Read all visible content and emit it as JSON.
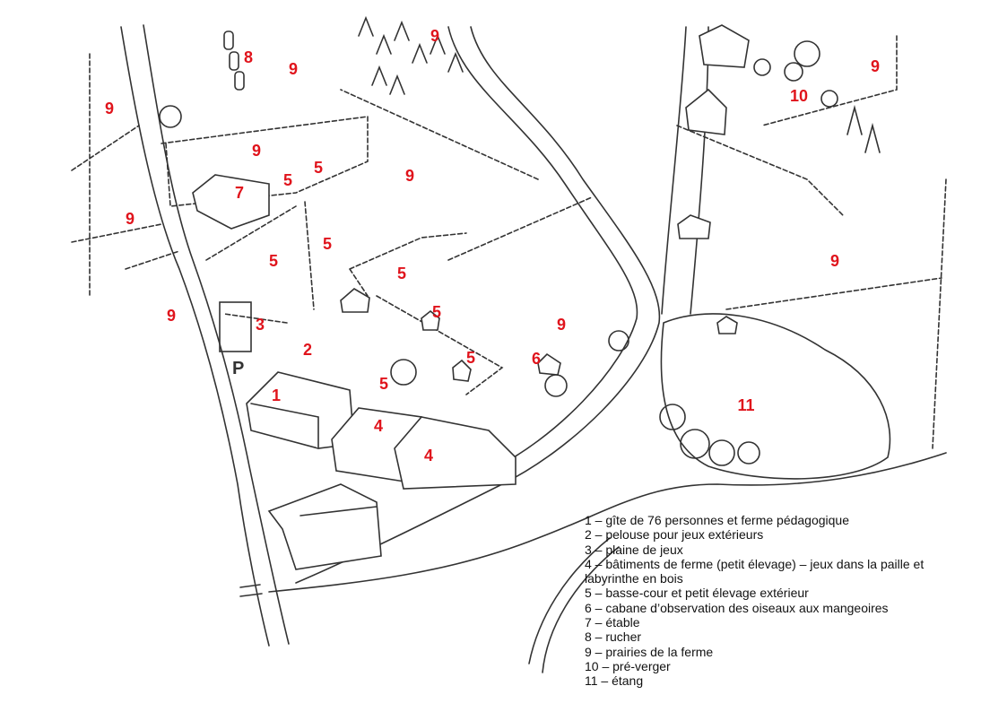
{
  "map": {
    "parking_label": "P",
    "markers": [
      "9",
      "8",
      "9",
      "9",
      "9",
      "5",
      "5",
      "7",
      "9",
      "9",
      "5",
      "5",
      "5",
      "9",
      "3",
      "5",
      "9",
      "2",
      "5",
      "6",
      "5",
      "1",
      "4",
      "4",
      "9",
      "10",
      "9",
      "11"
    ],
    "marker_color": "#e0141c"
  },
  "legend": {
    "items": [
      "1 – gîte de 76 personnes et ferme pédagogique",
      "2 – pelouse pour jeux extérieurs",
      "3 – plaine de jeux",
      "4 – bâtiments de ferme (petit élevage) – jeux dans la paille et labyrinthe en bois",
      "5 – basse-cour et petit élevage extérieur",
      "6 – cabane d’observation des oiseaux aux mangeoires",
      "7 – étable",
      "8 – rucher",
      "9 – prairies de la ferme",
      "10 – pré-verger",
      "11 – étang"
    ]
  }
}
